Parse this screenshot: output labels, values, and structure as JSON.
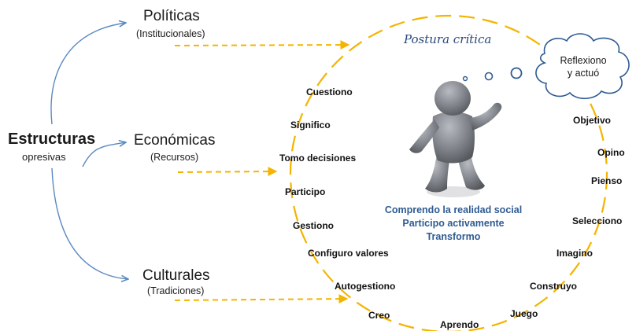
{
  "root": {
    "title": "Estructuras",
    "subtitle": "opresivas"
  },
  "branches": [
    {
      "title": "Políticas",
      "subtitle": "(Institucionales)"
    },
    {
      "title": "Económicas",
      "subtitle": "(Recursos)"
    },
    {
      "title": "Culturales",
      "subtitle": "(Tradiciones)"
    }
  ],
  "circle": {
    "title": "Postura crítica",
    "center_lines": [
      "Comprendo la realidad social",
      "Participo activamente",
      "Transformo"
    ],
    "left_words": [
      "Cuestiono",
      "Significo",
      "Tomo decisiones",
      "Participo",
      "Gestiono",
      "Configuro valores",
      "Autogestiono",
      "Creo"
    ],
    "bottom_words": [
      "Aprendo"
    ],
    "right_words": [
      "Objetivo",
      "Opino",
      "Pienso",
      "Selecciono",
      "Imagino",
      "Construyo",
      "Juego"
    ]
  },
  "thought": {
    "line1": "Reflexiono",
    "line2": "y actuó"
  },
  "colors": {
    "arrow_blue": "#5b89c0",
    "dash_yellow": "#f4b400",
    "center_text": "#2e5b93",
    "figure_gray": "#808489"
  }
}
